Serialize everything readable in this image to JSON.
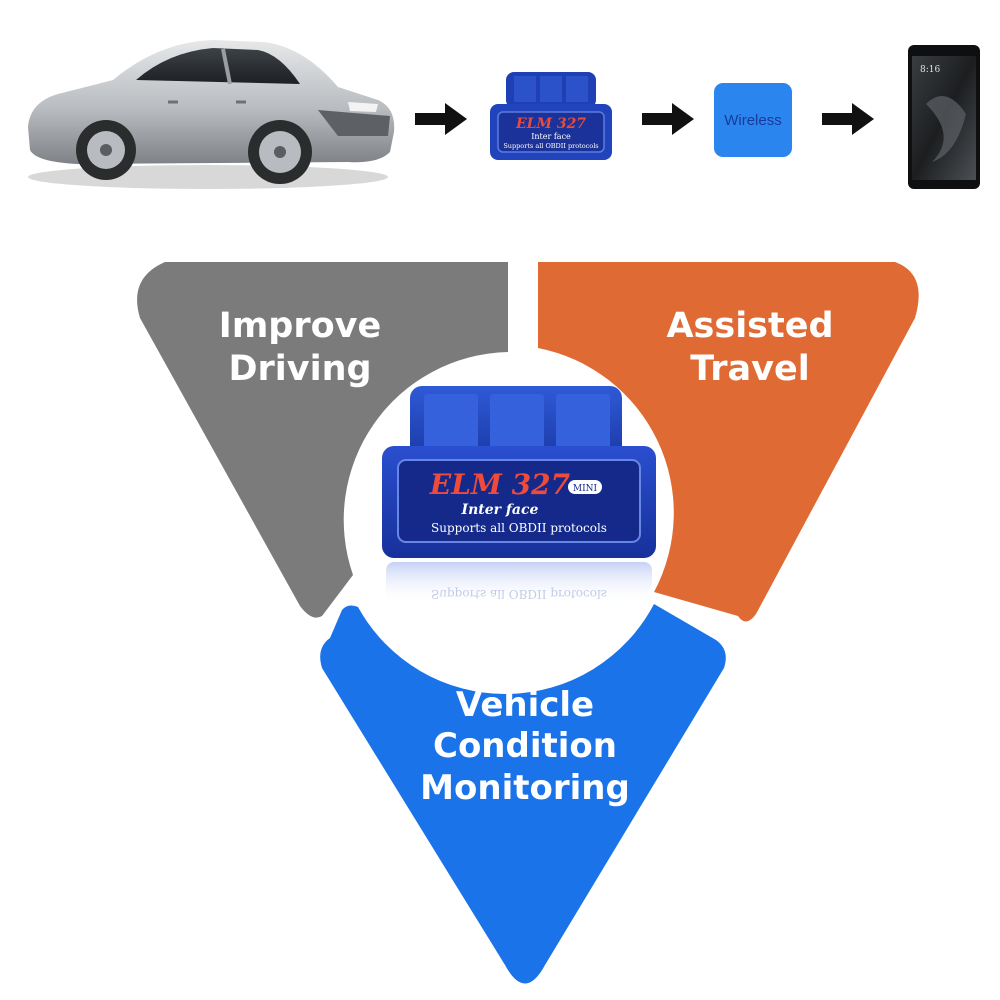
{
  "flow": {
    "wireless_label": "Wireless",
    "phone_time": "8:16"
  },
  "device": {
    "brand": "ELM 327",
    "badge": "MINI",
    "subtitle": "Inter face",
    "tagline": "Supports all OBDII protocols"
  },
  "petals": {
    "improve": {
      "line1": "Improve",
      "line2": "Driving"
    },
    "assisted": {
      "line1": "Assisted",
      "line2": "Travel"
    },
    "vehicle": {
      "line1": "Vehicle",
      "line2": "Condition",
      "line3": "Monitoring"
    }
  },
  "colors": {
    "gray": "#7b7b7b",
    "orange": "#df6a33",
    "blue": "#1a73e8",
    "device_blue": "#1f3fb5"
  }
}
